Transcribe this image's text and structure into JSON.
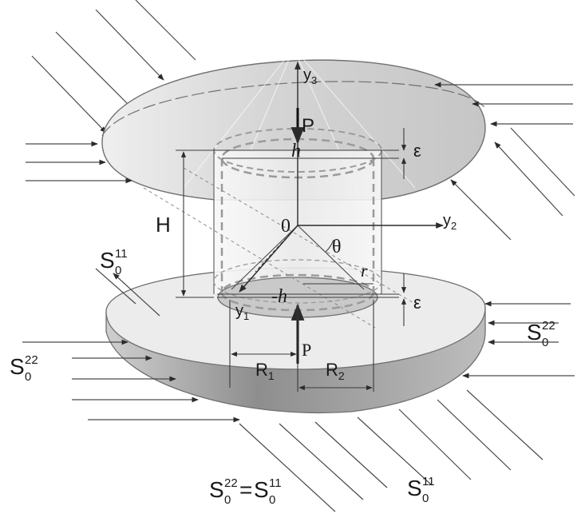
{
  "labels": {
    "y3": "y",
    "y3_sub": "3",
    "y2": "y",
    "y2_sub": "2",
    "y1": "y",
    "y1_sub": "1",
    "P_top": "P",
    "P_bottom": "P",
    "h_top": "h",
    "h_bottom": "-h",
    "epsilon_top": "ε",
    "epsilon_bottom": "ε",
    "H": "H",
    "origin": "0",
    "theta": "θ",
    "r": "r",
    "R1": "R",
    "R1_sub": "1",
    "R2": "R",
    "R2_sub": "2",
    "S11_left": {
      "base": "S",
      "sub": "0",
      "sup": "11"
    },
    "S22_right": {
      "base": "S",
      "sub": "0",
      "sup": "22"
    },
    "S22_left": {
      "base": "S",
      "sub": "0",
      "sup": "22"
    },
    "S11_bottom": {
      "base": "S",
      "sub": "0",
      "sup": "11"
    },
    "equation": {
      "lhs": {
        "base": "S",
        "sub": "0",
        "sup": "22"
      },
      "eq": "=",
      "rhs": {
        "base": "S",
        "sub": "0",
        "sup": "11"
      }
    }
  },
  "colors": {
    "dome": "#d9d9d9",
    "disk_top": "#ececec",
    "disk_edge": "#9a9a9a",
    "cylinder": "#f3f3f3",
    "dashed": "#9a9a9a",
    "lines": "#2b2b2b"
  }
}
